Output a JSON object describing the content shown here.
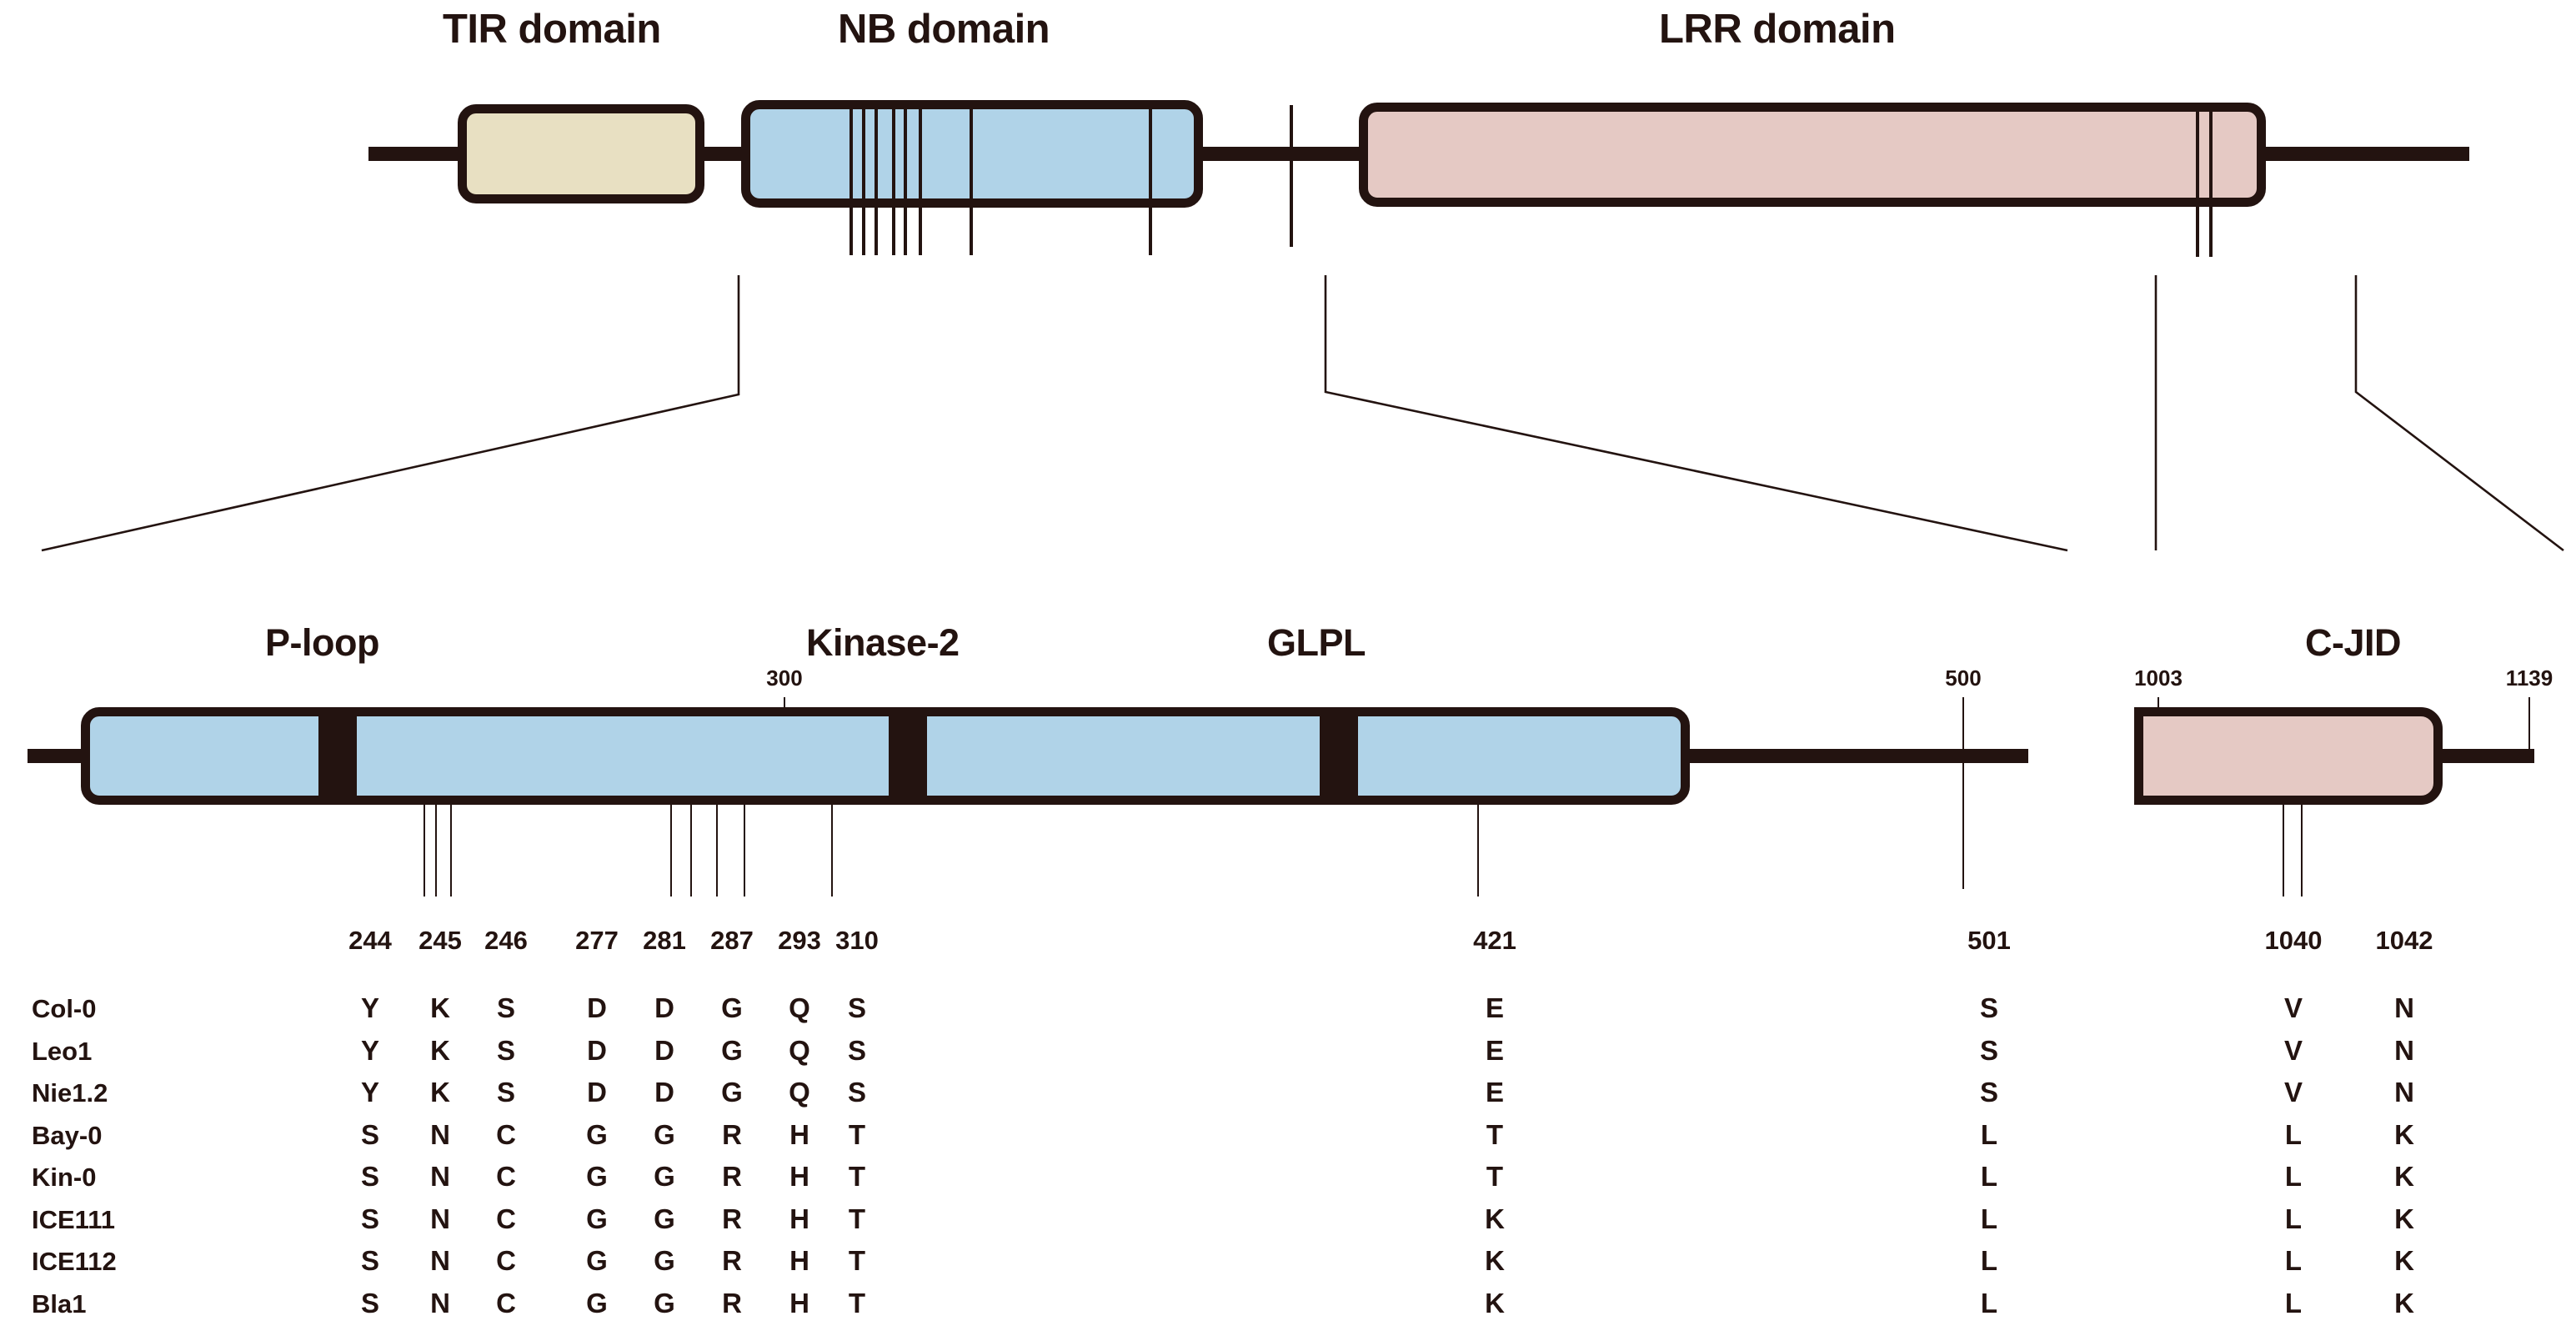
{
  "figure": {
    "top_track": {
      "domains": [
        {
          "name": "TIR domain",
          "label": "TIR domain",
          "color": "#e8e0c2"
        },
        {
          "name": "NB domain",
          "label": "NB domain",
          "color": "#b0d3e8"
        },
        {
          "name": "LRR domain",
          "label": "LRR domain",
          "color": "#e5c9c4"
        }
      ],
      "nb_tick_count": 8,
      "lrr_tick_count": 2,
      "linker_tick_count": 1
    },
    "lower_track": {
      "motifs": [
        {
          "label": "P-loop"
        },
        {
          "label": "Kinase-2"
        },
        {
          "label": "GLPL"
        }
      ],
      "right_domain": {
        "label": "C-JID",
        "color": "#e5c9c4"
      },
      "scale_markers": [
        {
          "label": "300"
        },
        {
          "label": "500"
        }
      ],
      "cjid_bounds": [
        {
          "label": "1003"
        },
        {
          "label": "1139"
        }
      ]
    }
  },
  "chart_data": {
    "type": "table",
    "title": "",
    "positions": [
      "244",
      "245",
      "246",
      "277",
      "281",
      "287",
      "293",
      "310",
      "421",
      "501",
      "1040",
      "1042"
    ],
    "row_header": "",
    "accessions": [
      "Col-0",
      "Leo1",
      "Nie1.2",
      "Bay-0",
      "Kin-0",
      "ICE111",
      "ICE112",
      "Bla1"
    ],
    "rows": [
      {
        "name": "Col-0",
        "residues": [
          "Y",
          "K",
          "S",
          "D",
          "D",
          "G",
          "Q",
          "S",
          "E",
          "S",
          "V",
          "N"
        ]
      },
      {
        "name": "Leo1",
        "residues": [
          "Y",
          "K",
          "S",
          "D",
          "D",
          "G",
          "Q",
          "S",
          "E",
          "S",
          "V",
          "N"
        ]
      },
      {
        "name": "Nie1.2",
        "residues": [
          "Y",
          "K",
          "S",
          "D",
          "D",
          "G",
          "Q",
          "S",
          "E",
          "S",
          "V",
          "N"
        ]
      },
      {
        "name": "Bay-0",
        "residues": [
          "S",
          "N",
          "C",
          "G",
          "G",
          "R",
          "H",
          "T",
          "T",
          "L",
          "L",
          "K"
        ]
      },
      {
        "name": "Kin-0",
        "residues": [
          "S",
          "N",
          "C",
          "G",
          "G",
          "R",
          "H",
          "T",
          "T",
          "L",
          "L",
          "K"
        ]
      },
      {
        "name": "ICE111",
        "residues": [
          "S",
          "N",
          "C",
          "G",
          "G",
          "R",
          "H",
          "T",
          "K",
          "L",
          "L",
          "K"
        ]
      },
      {
        "name": "ICE112",
        "residues": [
          "S",
          "N",
          "C",
          "G",
          "G",
          "R",
          "H",
          "T",
          "K",
          "L",
          "L",
          "K"
        ]
      },
      {
        "name": "Bla1",
        "residues": [
          "S",
          "N",
          "C",
          "G",
          "G",
          "R",
          "H",
          "T",
          "K",
          "L",
          "L",
          "K"
        ]
      }
    ],
    "colors": {
      "outline": "#231310",
      "tir_fill": "#e8e0c2",
      "nb_fill": "#b0d3e8",
      "lrr_fill": "#e5c9c4",
      "background": "#ffffff"
    }
  }
}
